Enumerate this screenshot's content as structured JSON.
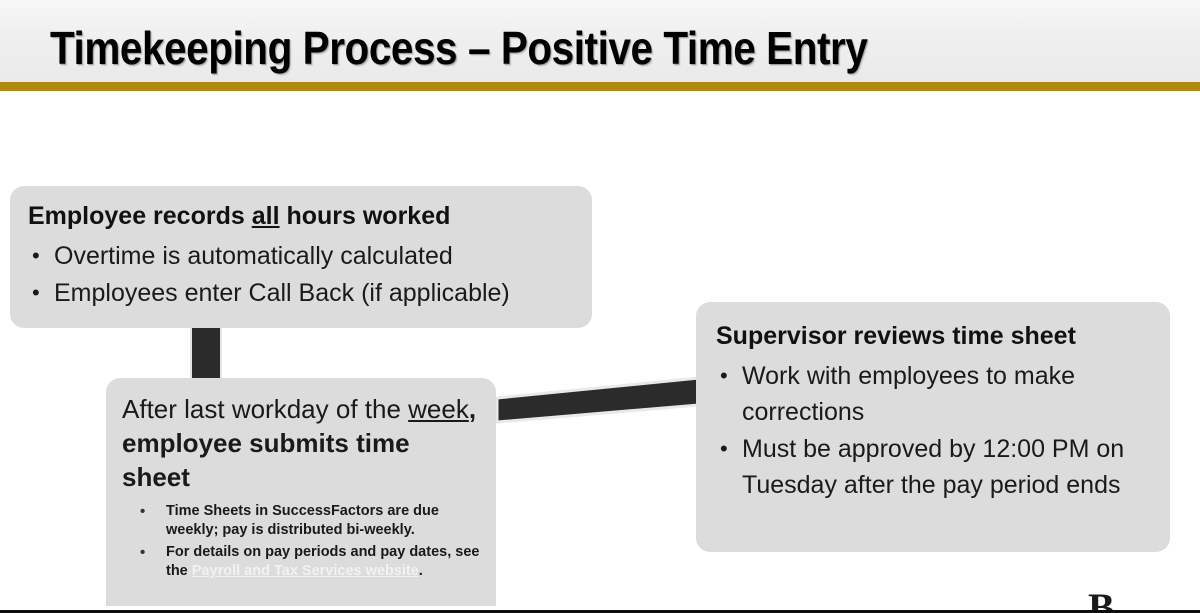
{
  "slide": {
    "title": "Timekeeping Process – Positive Time Entry",
    "accent_color": "#b08a10",
    "box_fill_color": "#dcdcdc",
    "connector_color": "#2b2b2b",
    "header_background": "#efefef"
  },
  "boxes": {
    "employee": {
      "heading_before": "Employee records ",
      "heading_emphasis": "all",
      "heading_after": " hours worked",
      "bullets": [
        "Overtime is automatically calculated",
        "Employees enter Call Back (if applicable)"
      ]
    },
    "submit": {
      "lead_part1": "After last workday of the ",
      "lead_underline": "week",
      "lead_part2": ", employee submits time sheet",
      "sub_bullets": [
        {
          "text": "Time Sheets in SuccessFactors are due weekly; pay is distributed bi-weekly.",
          "link_text": "",
          "text_after_link": ""
        },
        {
          "text": "For details on pay periods and pay dates, see the ",
          "link_text": "Payroll and Tax Services website",
          "text_after_link": "."
        }
      ]
    },
    "supervisor": {
      "heading": "Supervisor reviews time sheet",
      "bullets": [
        "Work with employees to make corrections",
        "Must be approved by 12:00 PM on Tuesday after the pay period ends"
      ]
    }
  },
  "footer": {
    "mark": "B"
  }
}
